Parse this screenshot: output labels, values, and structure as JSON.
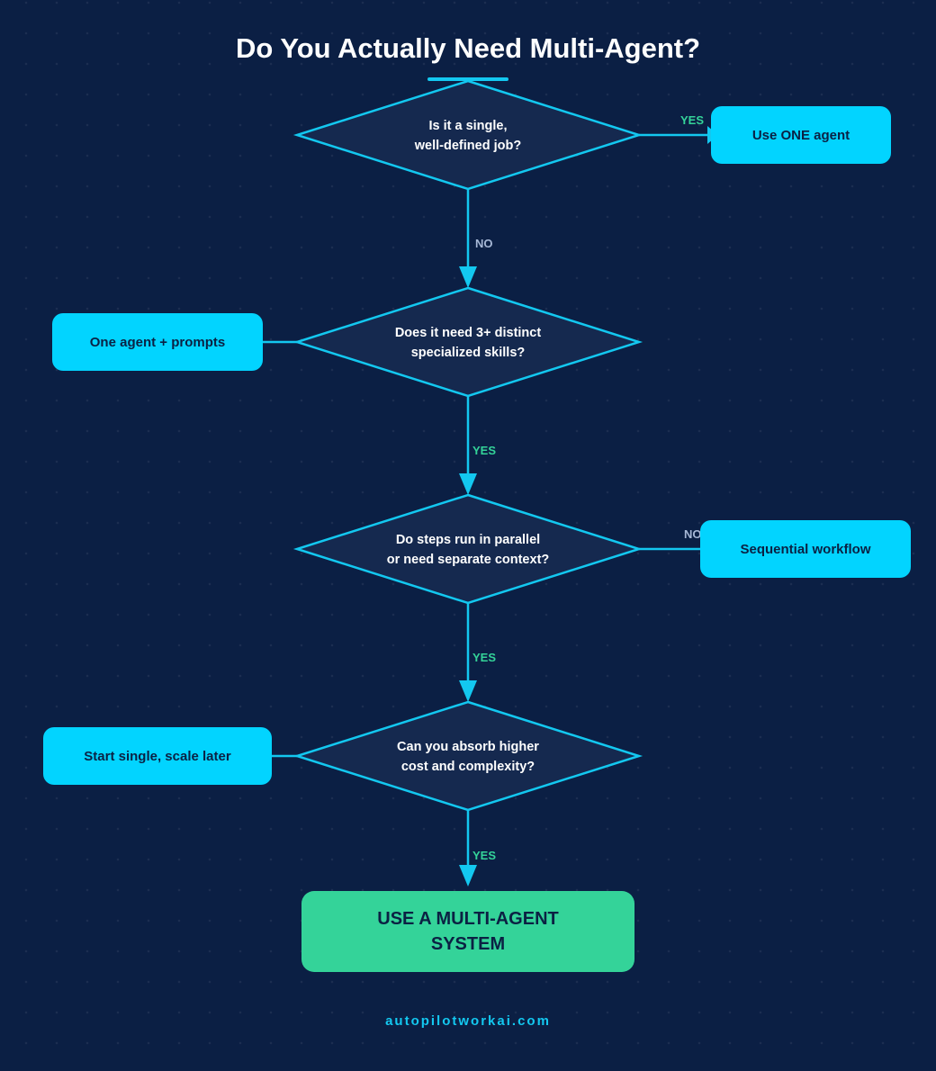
{
  "title": "Do You Actually Need Multi-Agent?",
  "questions": [
    {
      "line1": "Is it a single,",
      "line2": "well-defined job?"
    },
    {
      "line1": "Does it need 3+ distinct",
      "line2": "specialized skills?"
    },
    {
      "line1": "Do steps run in parallel",
      "line2": "or need separate context?"
    },
    {
      "line1": "Can you absorb higher",
      "line2": "cost and complexity?"
    }
  ],
  "outcomes": {
    "one_agent": "Use ONE agent",
    "one_agent_prompts": "One agent + prompts",
    "sequential": "Sequential workflow",
    "start_single": "Start single, scale later",
    "final_line1": "USE A MULTI-AGENT",
    "final_line2": "SYSTEM"
  },
  "edge_labels": {
    "q1_right": "YES",
    "q1_down": "NO",
    "q2_down": "YES",
    "q3_right": "NO",
    "q3_down": "YES",
    "q4_down": "YES"
  },
  "footer": "autopilotworkai.com",
  "colors": {
    "background": "#0b1f44",
    "accent": "#13c8f0",
    "outcome_box": "#02d4ff",
    "final_box": "#34d399",
    "yes_label": "#34d399",
    "no_label": "#a7b8d6"
  }
}
